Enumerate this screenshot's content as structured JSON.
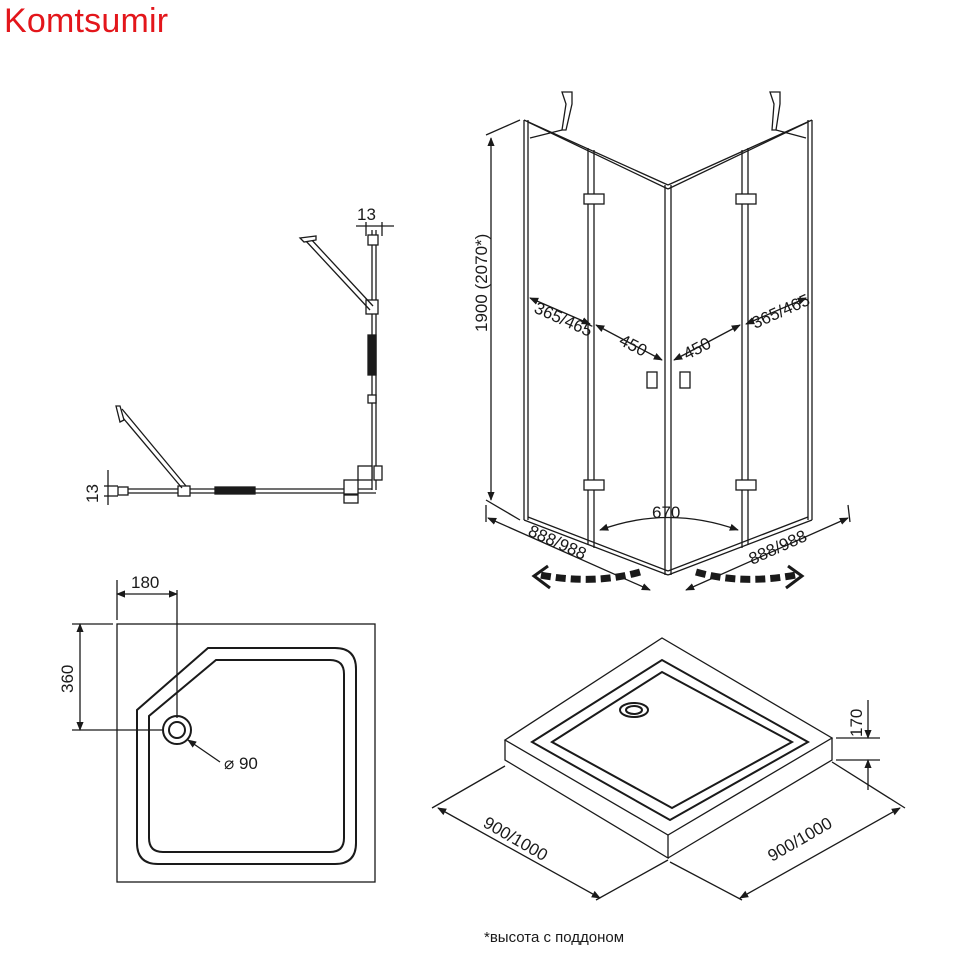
{
  "brand": "Komtsumir",
  "plan_view": {
    "profile_width_top": "13",
    "profile_width_left": "13"
  },
  "enclosure_view": {
    "height": "1900 (2070*)",
    "left_door_range": "365/465",
    "left_fixed": "450",
    "right_fixed": "450",
    "right_door_range": "365/465",
    "entry_width": "670",
    "left_side": "888/988",
    "right_side": "888/988"
  },
  "tray_top_view": {
    "drain_offset_x": "180",
    "drain_offset_y": "360",
    "drain_diameter": "⌀ 90"
  },
  "tray_iso_view": {
    "height": "170",
    "width_left": "900/1000",
    "width_right": "900/1000"
  },
  "footnote": "*высота с поддоном",
  "colors": {
    "brand": "#e3161b",
    "line": "#1a1a1a"
  }
}
